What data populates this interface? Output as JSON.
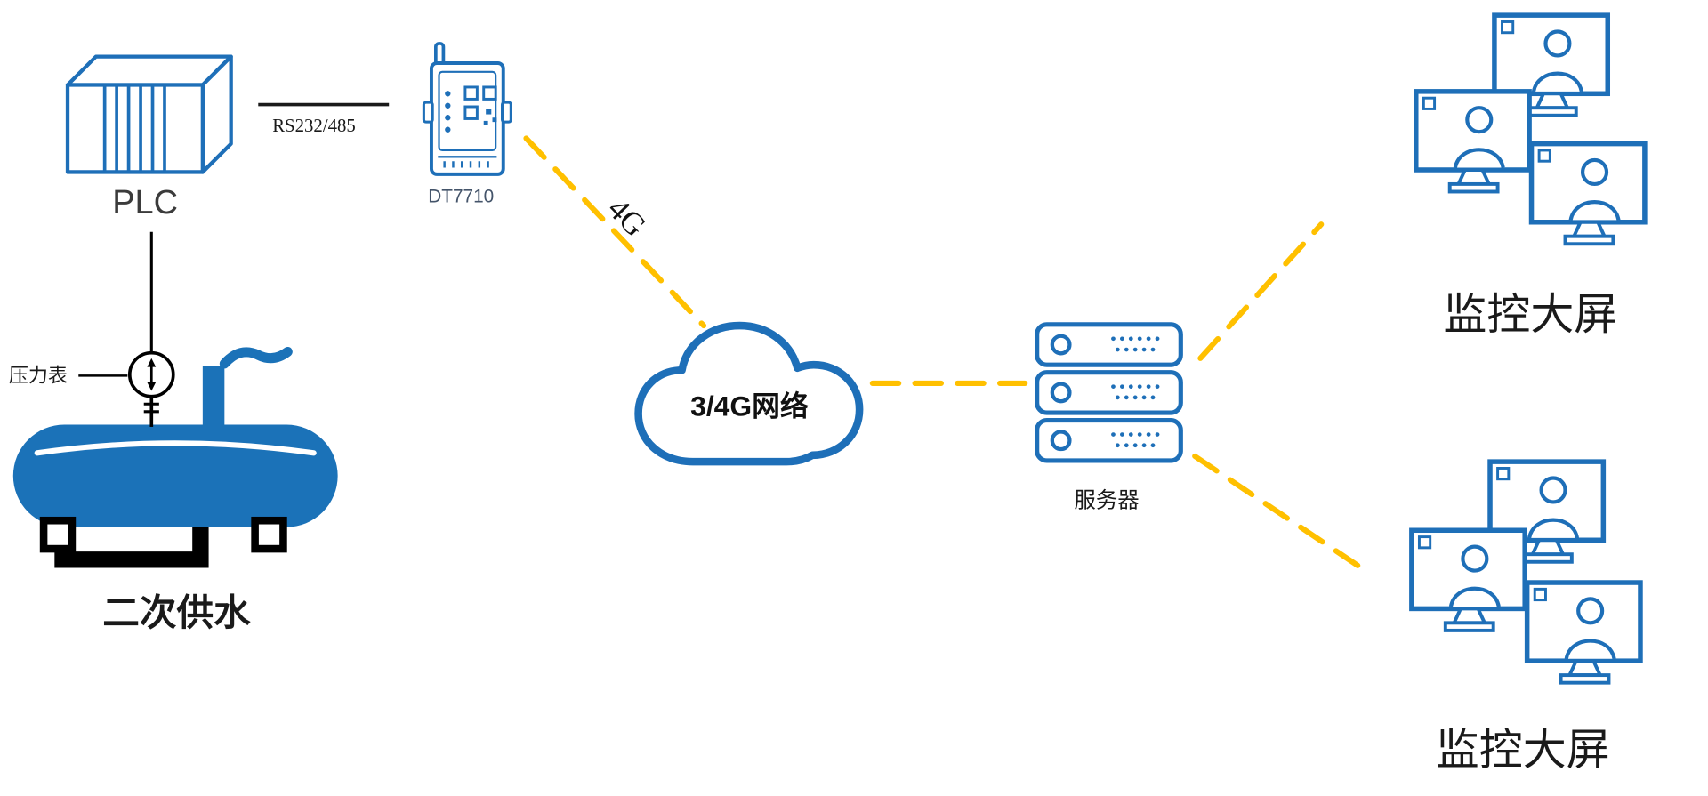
{
  "diagram": {
    "type": "network-architecture",
    "colors": {
      "device_blue": "#1E6FB8",
      "tank_blue": "#1B72B8",
      "link_yellow": "#FFC000",
      "line_black": "#1a1a1a",
      "dtu_label_gray": "#44546A"
    },
    "nodes": {
      "plc": {
        "label": "PLC",
        "icon": "plc-module-3d"
      },
      "dtu": {
        "label": "DT7710",
        "icon": "cellular-dtu-device"
      },
      "cloud": {
        "label": "3/4G网络",
        "icon": "network-cloud"
      },
      "server": {
        "label": "服务器",
        "icon": "server-stack"
      },
      "monitor_wall_top": {
        "label": "监控大屏",
        "icon": "monitor-group"
      },
      "monitor_wall_bottom": {
        "label": "监控大屏",
        "icon": "monitor-group"
      },
      "water_tank": {
        "label": "二次供水",
        "icon": "water-tank"
      },
      "pressure_gauge": {
        "label": "压力表",
        "icon": "pressure-gauge"
      }
    },
    "links": {
      "plc_to_dtu": {
        "label": "RS232/485",
        "style": "solid-black"
      },
      "dtu_to_cloud": {
        "label": "4G",
        "style": "dashed-yellow"
      },
      "cloud_to_server": {
        "style": "dashed-yellow"
      },
      "server_to_monitors_top": {
        "style": "dashed-yellow"
      },
      "server_to_monitors_bottom": {
        "style": "dashed-yellow"
      },
      "plc_to_gauge": {
        "style": "solid-black"
      }
    }
  }
}
